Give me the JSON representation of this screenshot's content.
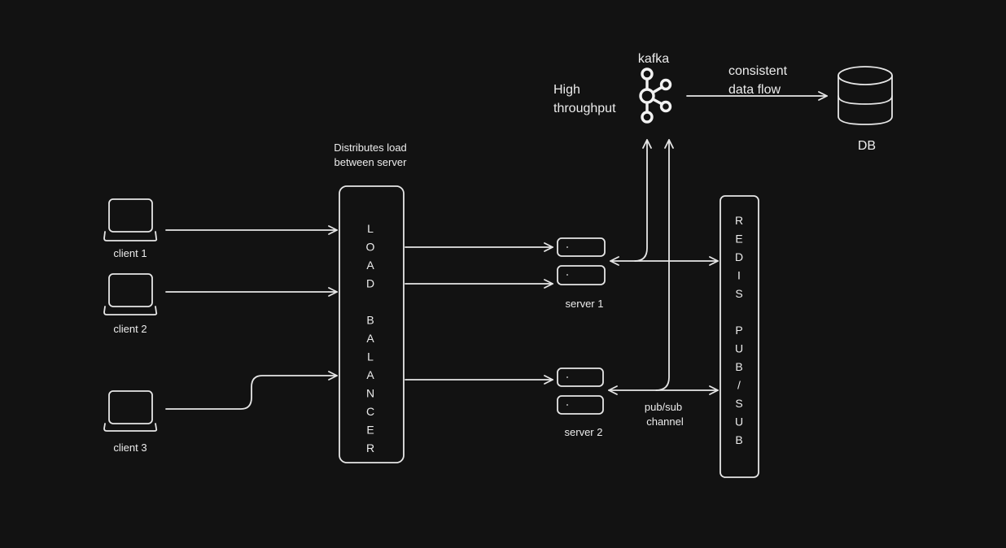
{
  "colors": {
    "background": "#121212",
    "stroke": "#e6e6e6",
    "text": "#ececec"
  },
  "clients": [
    {
      "label": "client 1",
      "icon": "laptop-icon"
    },
    {
      "label": "client 2",
      "icon": "laptop-icon"
    },
    {
      "label": "client 3",
      "icon": "laptop-icon"
    }
  ],
  "load_balancer": {
    "note_line1": "Distributes load",
    "note_line2": "between server",
    "letters": [
      "L",
      "O",
      "A",
      "D",
      "",
      "B",
      "A",
      "L",
      "A",
      "N",
      "C",
      "E",
      "R"
    ]
  },
  "servers": [
    {
      "label": "server 1",
      "icon": "server-icon"
    },
    {
      "label": "server 2",
      "icon": "server-icon"
    }
  ],
  "kafka": {
    "label": "kafka",
    "icon": "kafka-icon",
    "note_line1": "High",
    "note_line2": "throughput",
    "flow_line1": "consistent",
    "flow_line2": "data flow"
  },
  "db": {
    "label": "DB",
    "icon": "database-icon"
  },
  "redis": {
    "letters": [
      "R",
      "E",
      "D",
      "I",
      "S",
      "",
      "P",
      "U",
      "B",
      "/",
      "S",
      "U",
      "B"
    ],
    "channel_line1": "pub/sub",
    "channel_line2": "channel"
  }
}
